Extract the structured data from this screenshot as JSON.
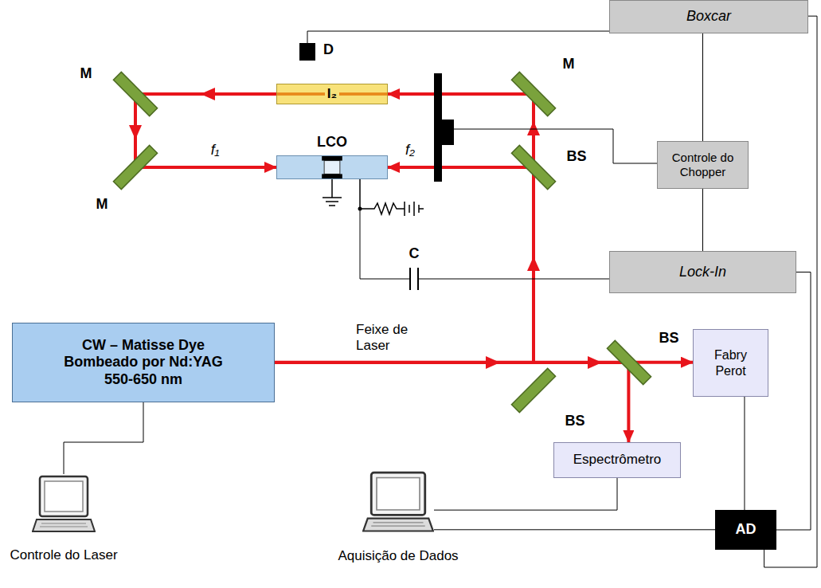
{
  "diagram": {
    "nodes": [
      {
        "text": [
          "Boxcar"
        ]
      },
      {
        "text": [
          "D"
        ]
      },
      {
        "text": [
          "I₂"
        ]
      },
      {
        "text": [
          "LCO"
        ]
      },
      {
        "text": [
          "Controle do Chopper"
        ]
      },
      {
        "text": [
          "Lock-In"
        ]
      },
      {
        "text": [
          "CW – Matisse Dye Bombeado por Nd:YAG 550-650 nm"
        ]
      },
      {
        "text": [
          "Fabry Perot"
        ]
      },
      {
        "text": [
          "Espectrômetro"
        ]
      },
      {
        "text": [
          "AD"
        ]
      },
      {
        "text": [
          "Controle do Laser"
        ]
      },
      {
        "text": [
          "Aquisição de Dados"
        ]
      }
    ],
    "edges": [
      {
        "from": 1,
        "to": 0,
        "arrow": "none"
      },
      {
        "from": 0,
        "to": 4,
        "arrow": "none"
      },
      {
        "from": 4,
        "to": 5,
        "arrow": "none"
      },
      {
        "from": 5,
        "to": 9,
        "arrow": "none"
      },
      {
        "from": 0,
        "to": 9,
        "arrow": "none"
      },
      {
        "from": 7,
        "to": 9,
        "arrow": "none"
      },
      {
        "from": 8,
        "to": 11,
        "arrow": "none"
      },
      {
        "from": 9,
        "to": 11,
        "arrow": "none"
      },
      {
        "from": 6,
        "to": 10,
        "arrow": "none"
      },
      {
        "from": 6,
        "to": 2,
        "arrow": "to"
      },
      {
        "from": 2,
        "to": 3,
        "arrow": "to"
      },
      {
        "from": 6,
        "to": 3,
        "arrow": "to"
      },
      {
        "from": 6,
        "to": 7,
        "arrow": "to"
      },
      {
        "from": 6,
        "to": 8,
        "arrow": "to"
      }
    ],
    "labels": [
      "M",
      "M",
      "M",
      "BS",
      "BS",
      "BS",
      "C",
      "f₁",
      "f₂",
      "Feixe de Laser"
    ]
  }
}
